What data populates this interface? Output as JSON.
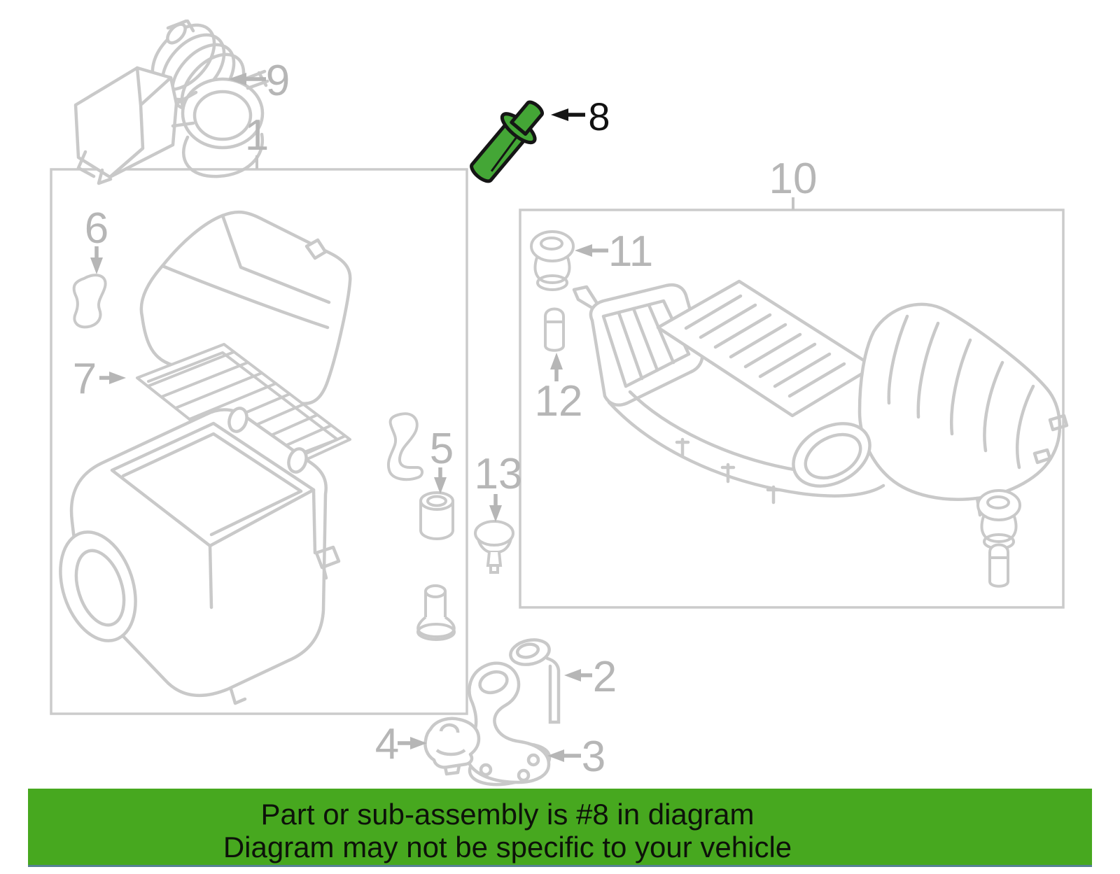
{
  "diagram": {
    "type": "exploded-parts-diagram",
    "subject": "Engine air intake / air cleaner assembly",
    "line_color": "#c9c9c9",
    "callout_color": "#b6b6b6",
    "callouts": {
      "n1": "1",
      "n2": "2",
      "n3": "3",
      "n4": "4",
      "n5": "5",
      "n6": "6",
      "n7": "7",
      "n8": "8",
      "n9": "9",
      "n10": "10",
      "n11": "11",
      "n12": "12",
      "n13": "13"
    },
    "highlighted_part": {
      "number": "8",
      "fill": "#44a636",
      "outline": "#151515"
    }
  },
  "banner": {
    "line1": "Part or sub-assembly is #8 in diagram",
    "line2": "Diagram may not be specific to your vehicle",
    "background": "#47a81f",
    "text_color": "#0d120a"
  }
}
